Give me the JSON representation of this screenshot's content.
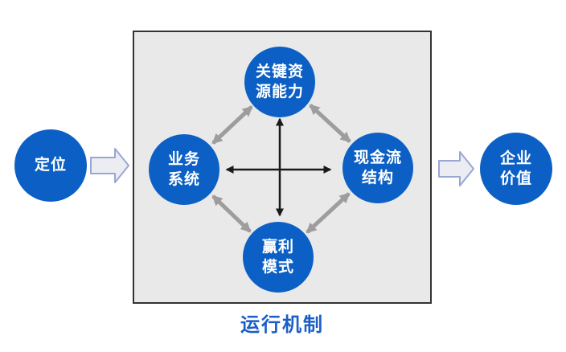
{
  "diagram": {
    "caption": "运行机制",
    "nodes": {
      "positioning": "定位",
      "key_resources": "关键资\n源能力",
      "business_system": "业务\n系统",
      "cash_flow": "现金流\n结构",
      "profit_model": "赢利\n模式",
      "enterprise_value": "企业\n价值"
    },
    "colors": {
      "node_fill": "#0c60c5",
      "node_text": "#ffffff",
      "box_fill": "#e9e9e9",
      "box_border": "#333333",
      "gray_arrow": "#9d9d9d",
      "black_arrow": "#1a1a1a",
      "block_arrow_fill": "#ecedf2",
      "block_arrow_stroke": "#9aa7d4",
      "title_color": "#1b5ec6"
    }
  }
}
